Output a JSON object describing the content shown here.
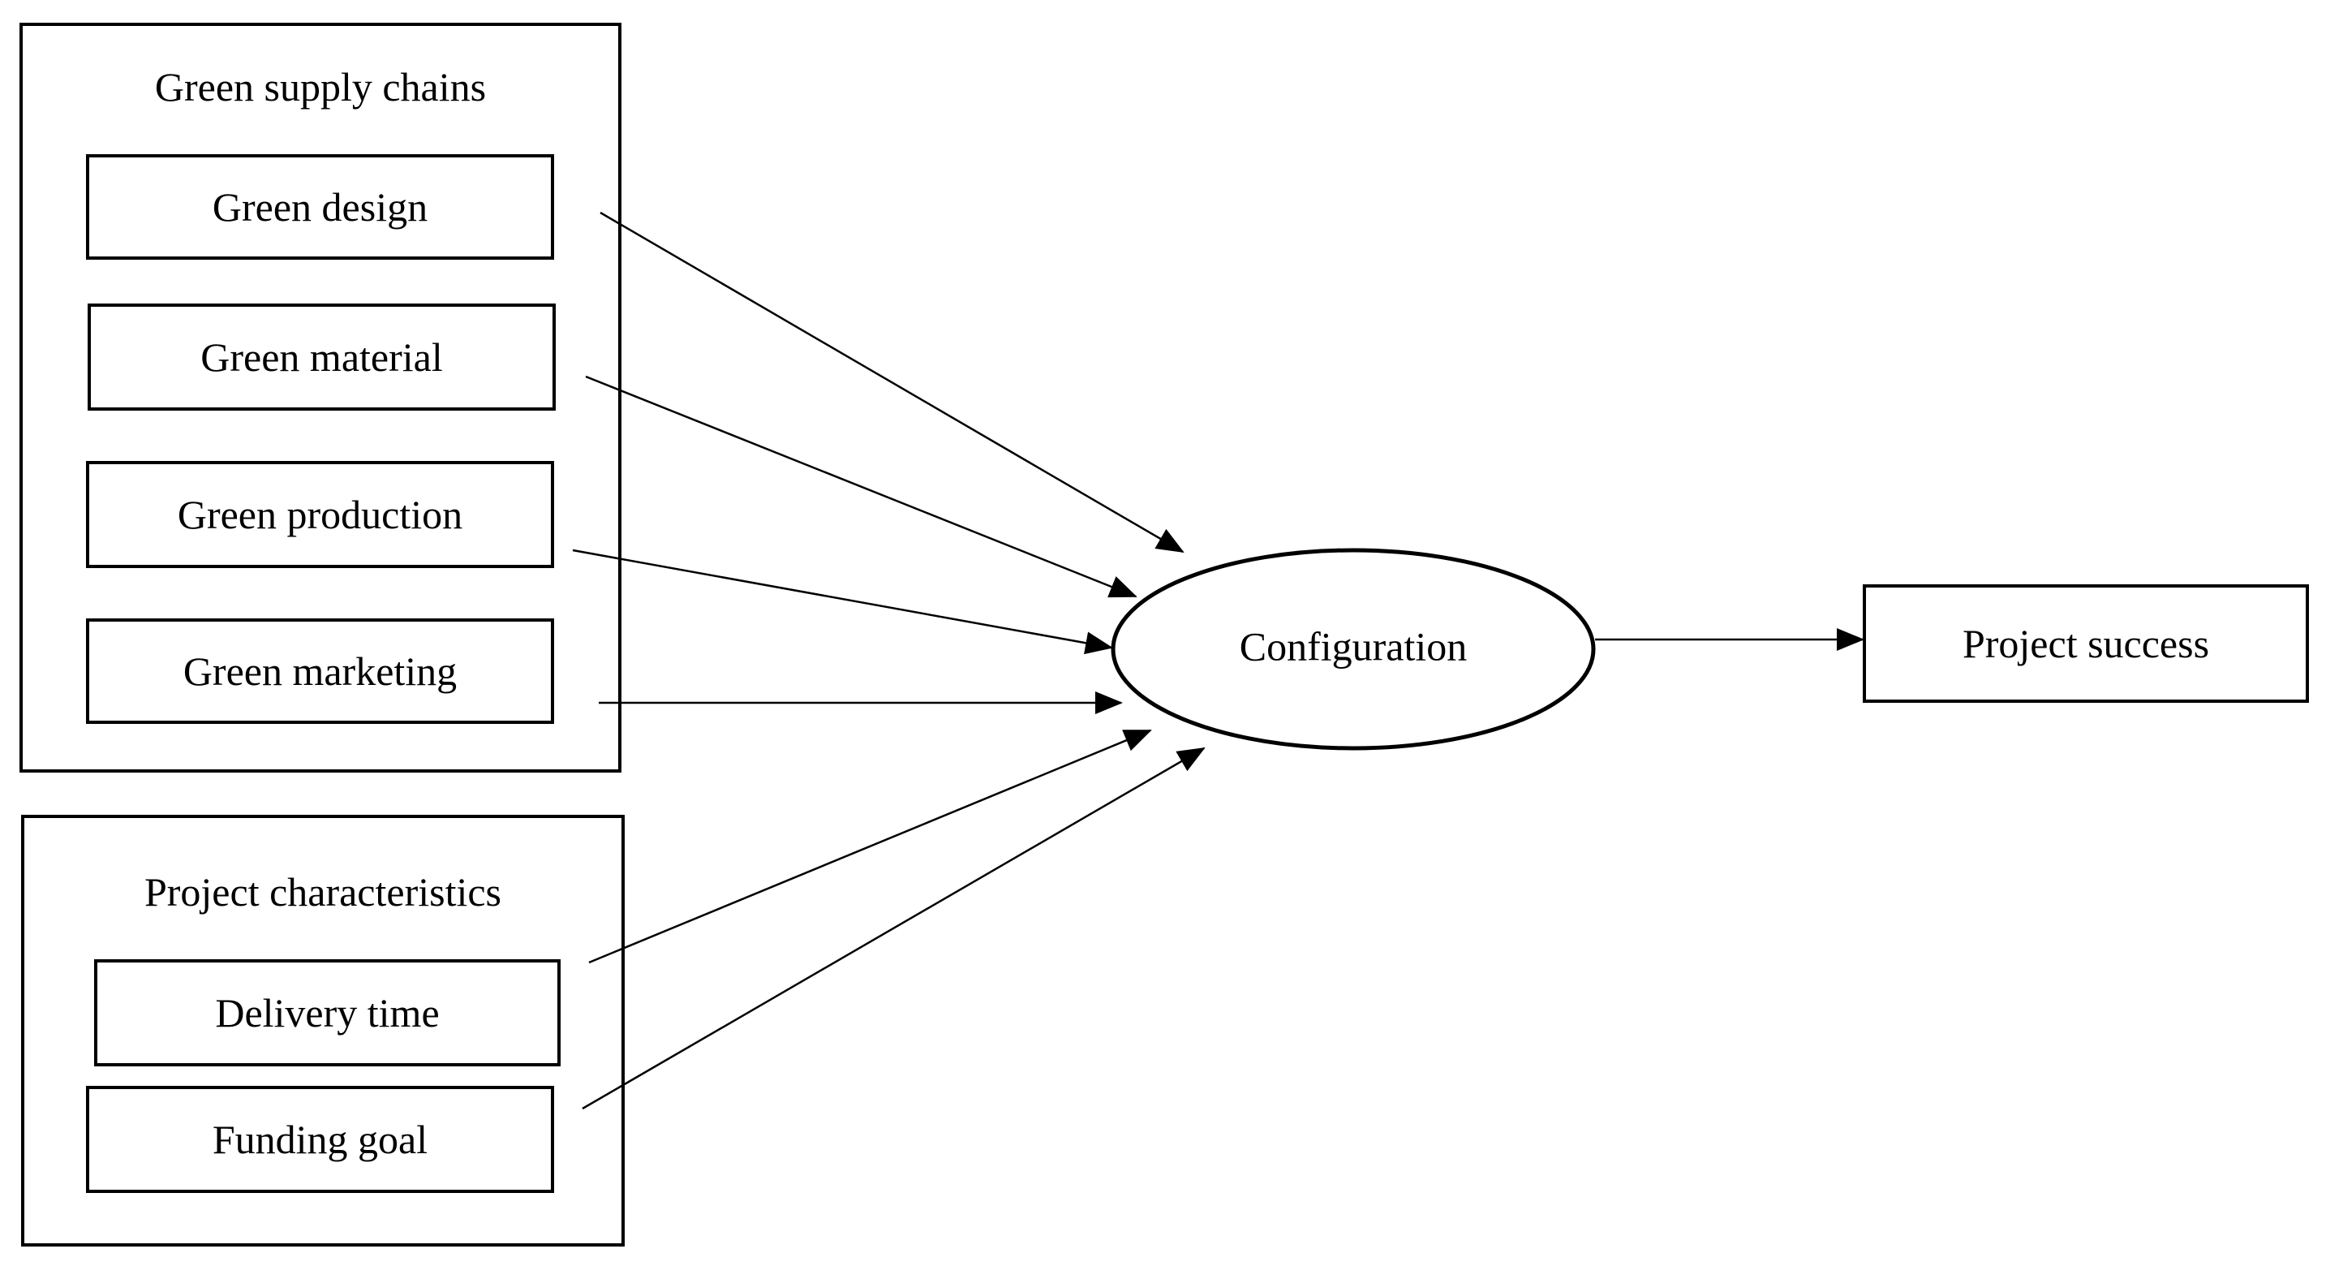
{
  "groups": {
    "green_supply_chains": {
      "title": "Green supply chains",
      "items": [
        "Green design",
        "Green material",
        "Green production",
        "Green marketing"
      ]
    },
    "project_characteristics": {
      "title": "Project characteristics",
      "items": [
        "Delivery time",
        "Funding goal"
      ]
    }
  },
  "central": {
    "label": "Configuration"
  },
  "outcome": {
    "label": "Project success"
  }
}
